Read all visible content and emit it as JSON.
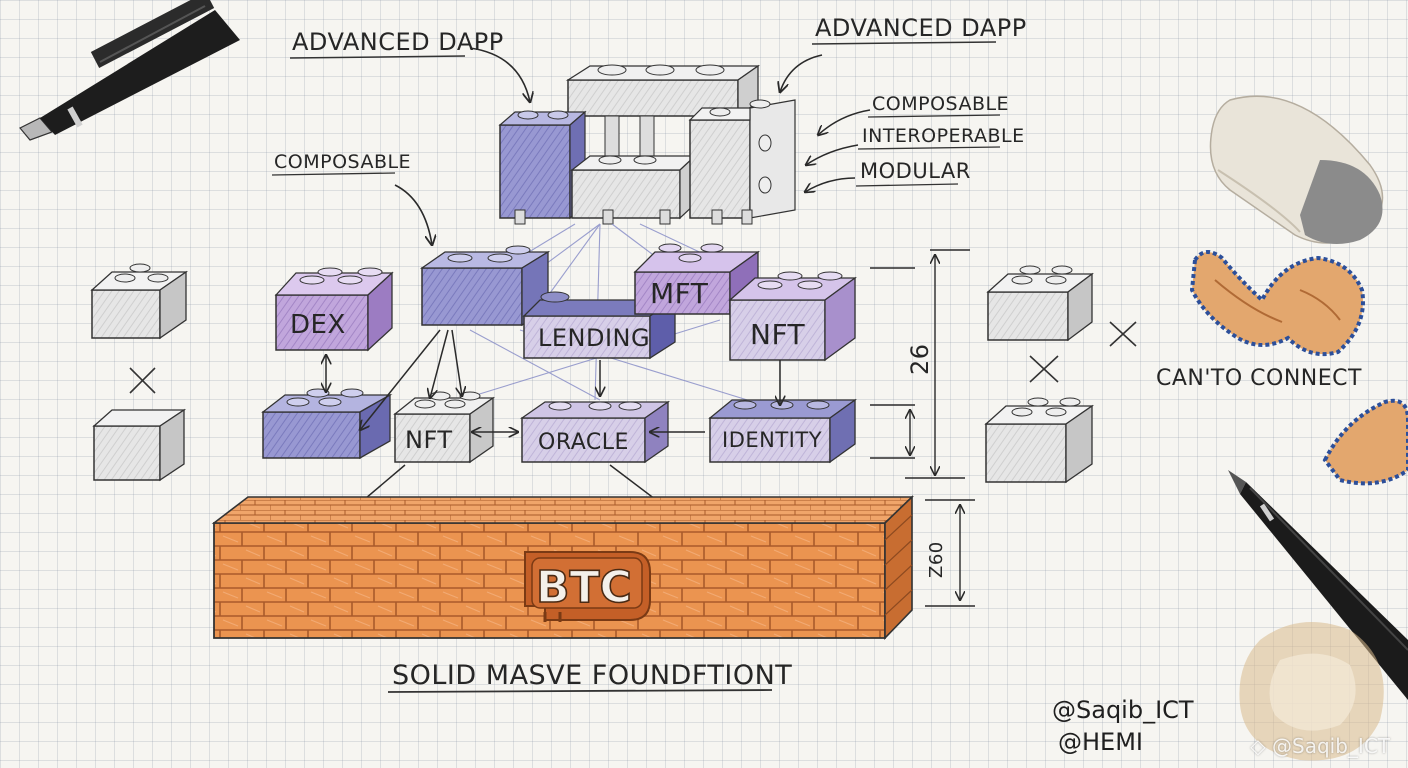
{
  "labels": {
    "advanced_dapp_left": "ADVANCED DAPP",
    "advanced_dapp_right": "ADVANCED DAPP",
    "composable_top": "COMPOSABLE",
    "interoperable": "INTEROPERABLE",
    "modular": "MODULAR",
    "composable_left": "COMPOSABLE",
    "cant_connect": "CAN'TO CONNECT",
    "foundation": "SOLID MASVE FOUNDFTIONT"
  },
  "blocks": {
    "dex": "DEX",
    "mft": "MFT",
    "nft_top": "NFT",
    "lending": "LENDING",
    "nft_bottom": "NFT",
    "oracle": "ORACLE",
    "identity": "IDENTITY",
    "btc": "BTC"
  },
  "dimensions": {
    "height_blocks": "26",
    "height_base": "Z60"
  },
  "signature": {
    "line1": "@Saqib_ICT",
    "line2": "@HEMI"
  },
  "watermark": "@Saqib_ICT",
  "colors": {
    "purple": "#b59ad3",
    "blue_violet": "#8f8fcc",
    "lavender": "#d2c9e4",
    "brick": "#e9914a",
    "btc_badge": "#c9642a"
  }
}
